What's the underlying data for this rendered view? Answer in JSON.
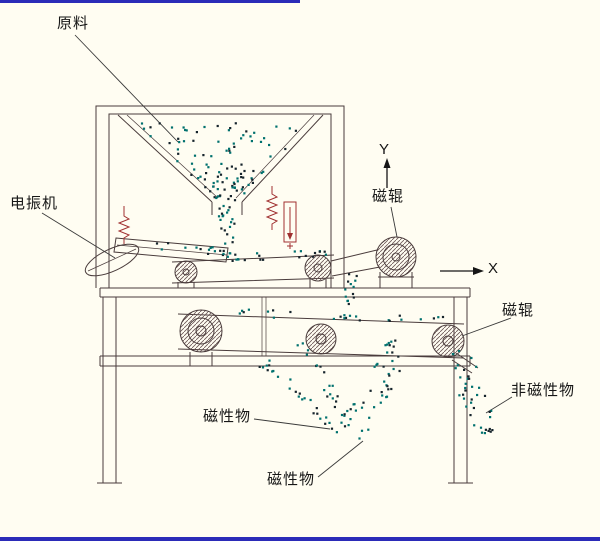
{
  "labels": {
    "raw_material": "原料",
    "vibrator": "电振机",
    "magnetic_roller_top": "磁辊",
    "magnetic_roller_right": "磁辊",
    "non_magnetic_material": "非磁性物",
    "magnetic_material_left": "磁性物",
    "magnetic_material_bottom": "磁性物"
  },
  "axes": {
    "x": "X",
    "y": "Y"
  },
  "colors": {
    "background": "#fffdf2",
    "line": "#4a3c3c",
    "accent_red": "#a03030",
    "border_blue": "#2b2bb8",
    "particle_teal": "#00716e",
    "particle_dark": "#16242c"
  }
}
